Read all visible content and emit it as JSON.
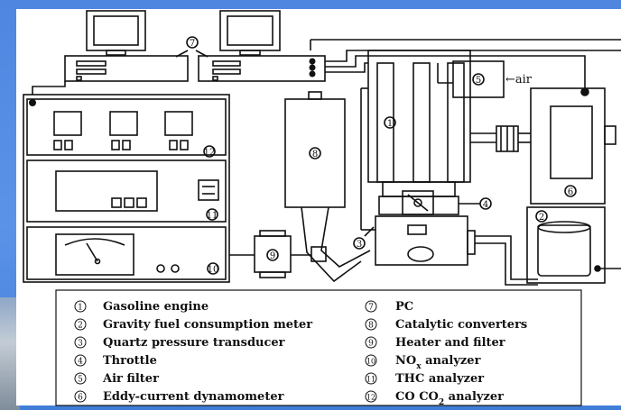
{
  "diagram": {
    "air_label": "←air",
    "nox_prefix": "NO",
    "nox_sub": "x",
    "nox_rest": " analyzer",
    "co_prefix": "CO CO",
    "co_sub": "2",
    "co_rest": "  analyzer"
  },
  "legend": [
    {
      "num": "1",
      "label": "Gasoline engine"
    },
    {
      "num": "2",
      "label": "Gravity fuel consumption meter"
    },
    {
      "num": "3",
      "label": "Quartz pressure transducer"
    },
    {
      "num": "4",
      "label": "Throttle"
    },
    {
      "num": "5",
      "label": "Air filter"
    },
    {
      "num": "6",
      "label": "Eddy-current dynamometer"
    },
    {
      "num": "7",
      "label": "PC"
    },
    {
      "num": "8",
      "label": "Catalytic converters"
    },
    {
      "num": "9",
      "label": "Heater and filter"
    },
    {
      "num": "10",
      "label": ""
    },
    {
      "num": "11",
      "label": "THC analyzer"
    },
    {
      "num": "12",
      "label": ""
    }
  ],
  "colors": {
    "ink": "#111111",
    "background": "#5b93e8",
    "sheet": "#ffffff"
  }
}
